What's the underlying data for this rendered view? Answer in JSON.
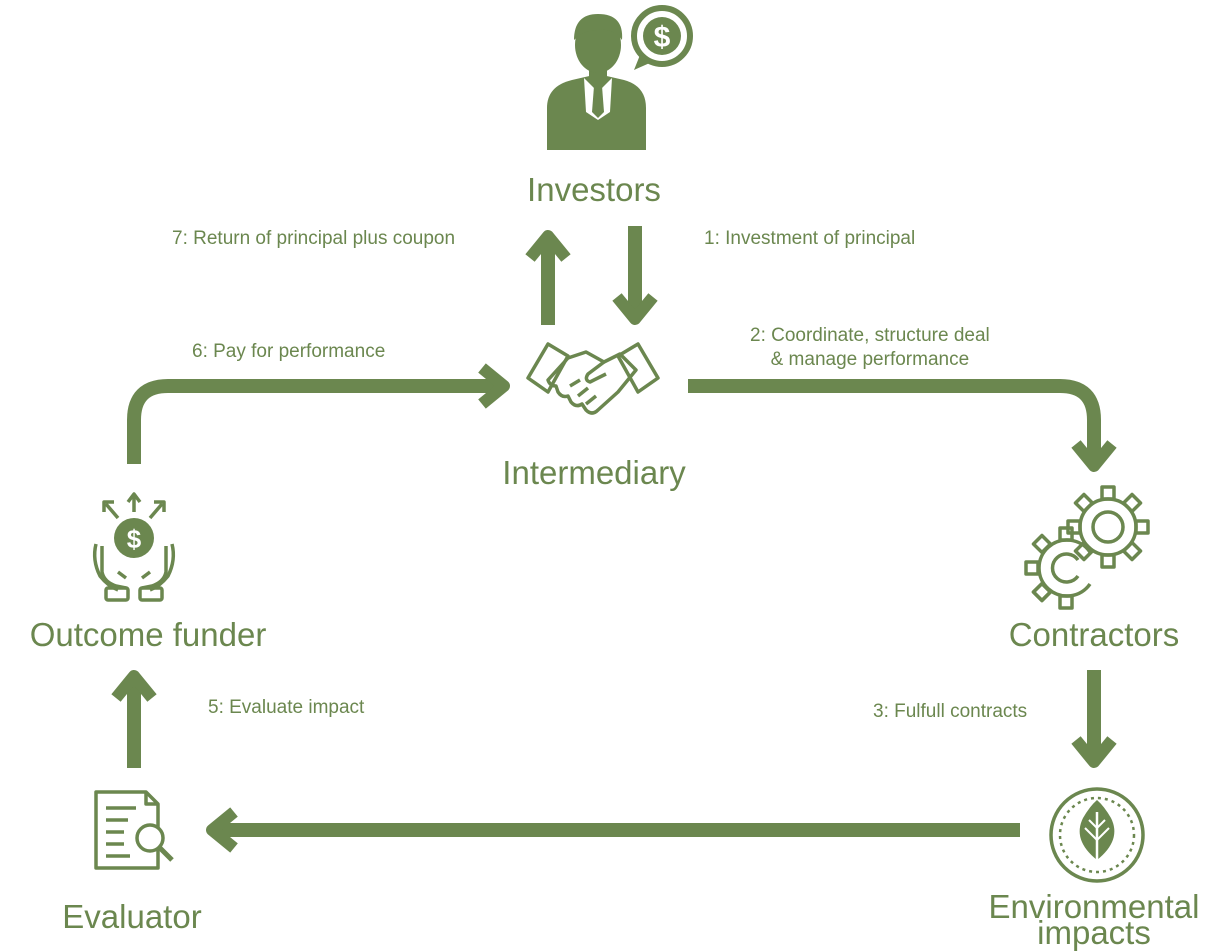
{
  "colors": {
    "accent": "#6b874f"
  },
  "nodes": {
    "investors": {
      "label": "Investors",
      "icon": "businessman-dollar-icon"
    },
    "intermediary": {
      "label": "Intermediary",
      "icon": "handshake-icon"
    },
    "contractors": {
      "label": "Contractors",
      "icon": "gears-icon"
    },
    "environmental": {
      "label_line1": "Environmental",
      "label_line2": "impacts",
      "icon": "leaf-icon"
    },
    "evaluator": {
      "label": "Evaluator",
      "icon": "document-search-icon"
    },
    "outcome_funder": {
      "label": "Outcome funder",
      "icon": "hands-money-icon"
    }
  },
  "steps": {
    "s1": "1: Investment of principal",
    "s2_line1": "2: Coordinate, structure deal",
    "s2_line2": "& manage performance",
    "s3": "3: Fulfull contracts",
    "s5": "5: Evaluate impact",
    "s6": "6: Pay for performance",
    "s7": "7: Return of principal plus coupon"
  }
}
